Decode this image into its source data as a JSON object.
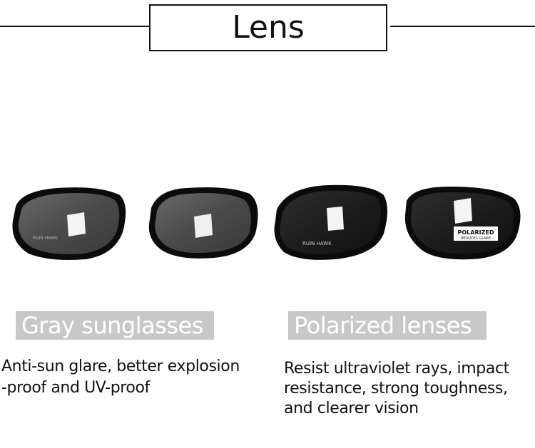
{
  "header": {
    "title": "Lens"
  },
  "lenses": [
    {
      "brand": "RUIN HAWK",
      "badge": ""
    },
    {
      "brand": "",
      "badge": ""
    },
    {
      "brand": "RUIN HAWK",
      "badge": ""
    },
    {
      "brand": "",
      "badge_top": "POLARIZED",
      "badge_bottom": "REDUCES GLARE"
    }
  ],
  "sections": {
    "gray": {
      "label": "Gray sunglasses",
      "lines": [
        "Anti-sun glare, better explosion",
        "-proof and UV-proof"
      ]
    },
    "polarized": {
      "label": "Polarized lenses",
      "lines": [
        "Resist ultraviolet rays, impact",
        "resistance, strong toughness,",
        "and clearer vision"
      ]
    }
  },
  "colors": {
    "label_bg": "#c8c8c8",
    "frame": "#0b0b0b",
    "gray_lens": "#4a4a4a",
    "polarized_lens": "#1c1c1c"
  }
}
